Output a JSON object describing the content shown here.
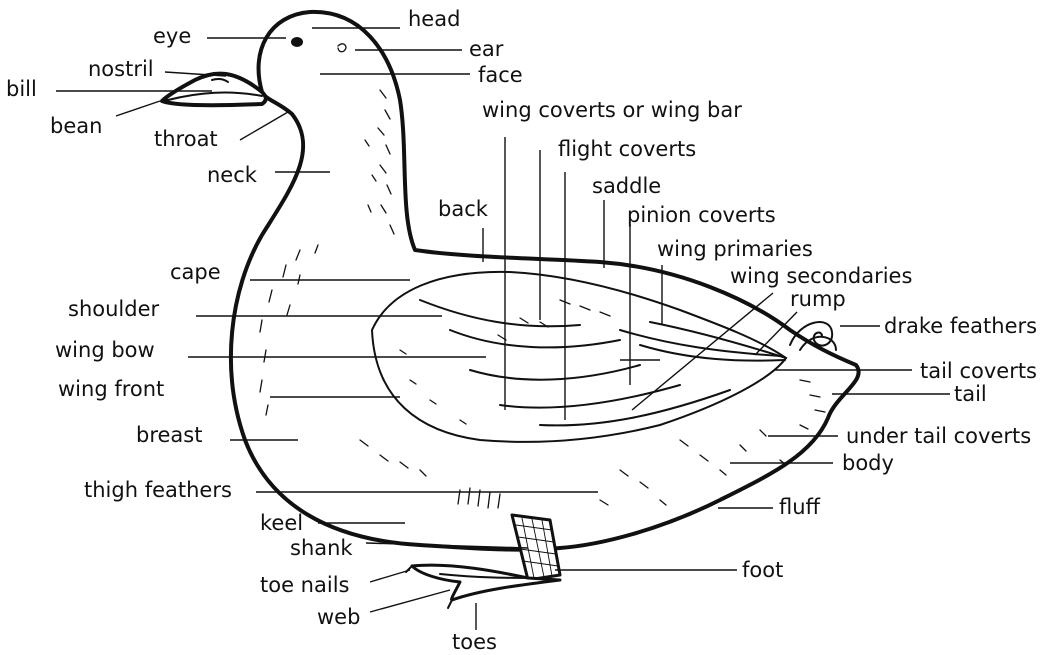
{
  "labels": {
    "head": "head",
    "eye": "eye",
    "ear": "ear",
    "nostril": "nostril",
    "face": "face",
    "bill": "bill",
    "bean": "bean",
    "throat": "throat",
    "neck": "neck",
    "wing_coverts_or_wing_bar": "wing coverts or wing bar",
    "flight_coverts": "flight coverts",
    "saddle": "saddle",
    "back": "back",
    "pinion_coverts": "pinion coverts",
    "wing_primaries": "wing primaries",
    "cape": "cape",
    "wing_secondaries": "wing secondaries",
    "rump": "rump",
    "shoulder": "shoulder",
    "drake_feathers": "drake feathers",
    "wing_bow": "wing bow",
    "tail_coverts": "tail coverts",
    "wing_front": "wing front",
    "tail": "tail",
    "breast": "breast",
    "under_tail_coverts": "under tail coverts",
    "body": "body",
    "thigh_feathers": "thigh feathers",
    "fluff": "fluff",
    "keel": "keel",
    "shank": "shank",
    "foot": "foot",
    "toe_nails": "toe nails",
    "web": "web",
    "toes": "toes"
  }
}
